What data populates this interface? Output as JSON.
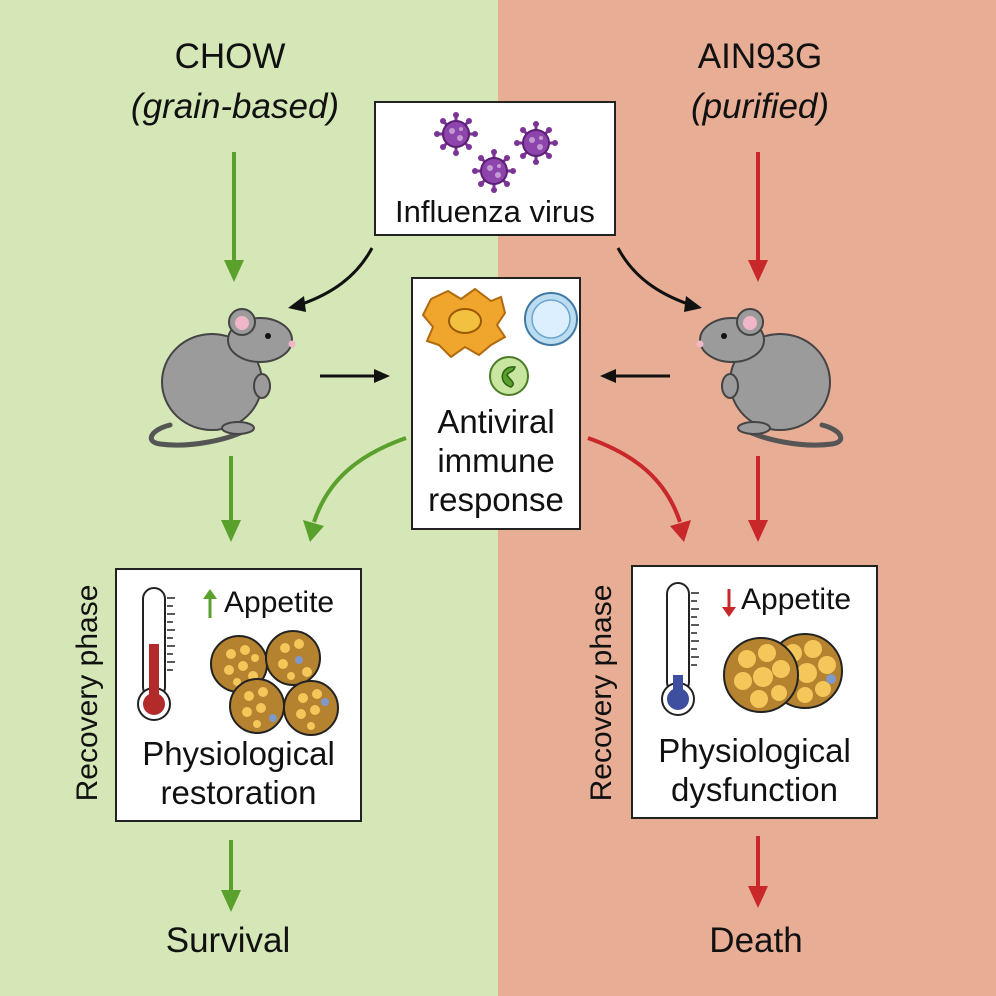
{
  "left": {
    "diet_name": "CHOW",
    "diet_type": "(grain-based)",
    "phase_label": "Recovery phase",
    "appetite_label": "Appetite",
    "outcome_box": [
      "Physiological",
      "restoration"
    ],
    "final": "Survival",
    "arrow_color": "#5aa02c"
  },
  "right": {
    "diet_name": "AIN93G",
    "diet_type": "(purified)",
    "phase_label": "Recovery phase",
    "appetite_label": "Appetite",
    "outcome_box": [
      "Physiological",
      "dysfunction"
    ],
    "final": "Death",
    "arrow_color": "#c8282a"
  },
  "center": {
    "virus_label": "Influenza virus",
    "immune_label": [
      "Antiviral",
      "immune",
      "response"
    ]
  },
  "colors": {
    "left_bg": "#d5e6b7",
    "right_bg": "#e7ad95",
    "virus": "#7b3396",
    "mouse": "#9b9b9b",
    "fat_cell": "#b5822f"
  },
  "icons": [
    "virus-icon",
    "mouse-icon",
    "macrophage-icon",
    "lymphocyte-icon",
    "neutrophil-icon",
    "thermometer-icon",
    "adipocyte-icon",
    "arrow-up-icon",
    "arrow-down-icon"
  ]
}
